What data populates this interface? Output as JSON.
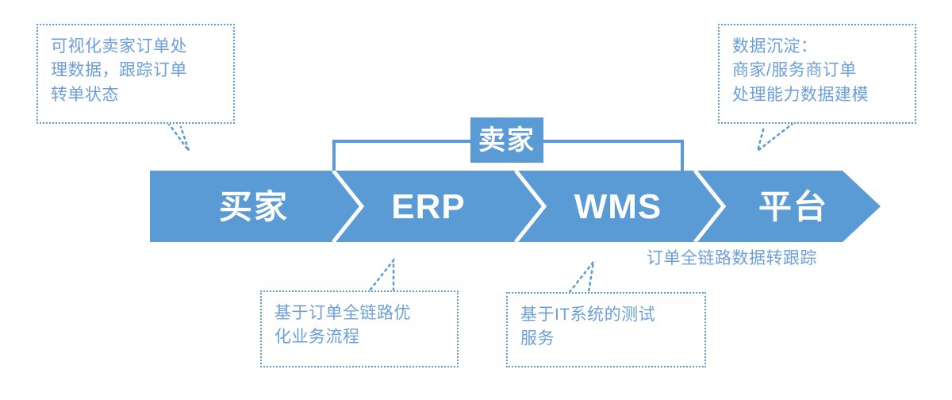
{
  "diagram": {
    "title_segments": [
      {
        "id": "buyer",
        "label": "买家",
        "script": "cjk"
      },
      {
        "id": "erp",
        "label": "ERP",
        "script": "latin"
      },
      {
        "id": "wms",
        "label": "WMS",
        "script": "latin"
      },
      {
        "id": "platform",
        "label": "平台",
        "script": "cjk"
      }
    ],
    "seller_box": {
      "label": "卖家"
    },
    "bracket_label": "订单全链路数据转跟踪",
    "callouts": [
      {
        "id": "top-left",
        "text": "可视化卖家订单处\n理数据，跟踪订单\n转单状态"
      },
      {
        "id": "top-right",
        "text": "数据沉淀：\n商家/服务商订单\n处理能力数据建模"
      },
      {
        "id": "bottom-left",
        "text": "基于订单全链路优\n化业务流程"
      },
      {
        "id": "bottom-middle",
        "text": "基于IT系统的测试\n服务"
      }
    ],
    "colors": {
      "bar_fill": "#5B9BD5",
      "bar_text": "#FFFFFF",
      "callout_border": "#5B9BD5",
      "callout_text": "#6C9FDB",
      "seller_fill": "#5B9BD5",
      "background": "#FFFFFF"
    }
  }
}
